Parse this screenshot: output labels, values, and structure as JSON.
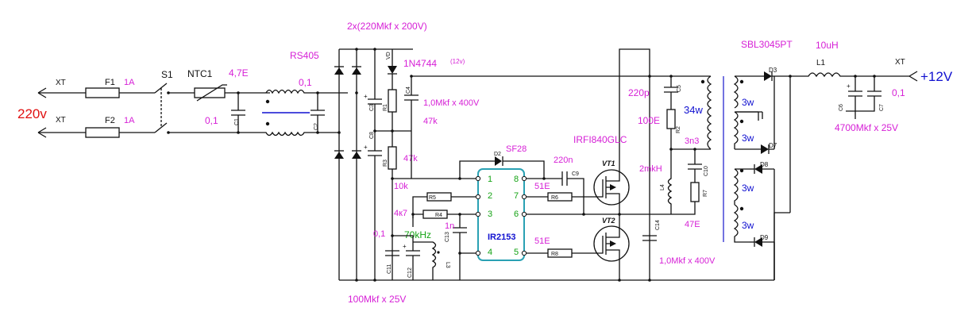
{
  "colors": {
    "value_text": "#d61fd6",
    "ref_text": "#111111",
    "mains_label": "#e01010",
    "output_label": "#1010d0",
    "pin_numbers": "#14a314",
    "ic_border": "#2aa1b3",
    "ic_label": "#1010d0"
  },
  "labels": {
    "mains": "220v",
    "output": "+12V",
    "xt_in_top": "XT",
    "xt_in_bottom": "XT",
    "xt_out": "XT",
    "f1_ref": "F1",
    "f1_val": "1A",
    "f2_ref": "F2",
    "f2_val": "1A",
    "s1": "S1",
    "ntc1": "NTC1",
    "ntc_val": "4,7E",
    "c1_val": "0,1",
    "c1_ref": "C1",
    "c2_val": "0,1",
    "c2_ref": "C2",
    "rs405": "RS405",
    "bulk_caps": "2x(220Mkf x 200V)",
    "diode_ref": "VD",
    "zener": "1N4744",
    "zener_v": "(12v)",
    "c3": "C3",
    "c4": "C4",
    "c4_val": "1,0Mkf x 400V",
    "r1": "R1",
    "r1_val": "47k",
    "c8": "C8",
    "r3": "R3",
    "r3_val": "47k",
    "sf28": "SF28",
    "c9_val": "220n",
    "c9": "C9",
    "ic_name": "IR2153",
    "pin1": "1",
    "pin2": "2",
    "pin3": "3",
    "pin4": "4",
    "pin5": "5",
    "pin6": "6",
    "pin7": "7",
    "pin8": "8",
    "r10k": "10k",
    "r5": "R5",
    "r4": "R4",
    "r4_val": "4к7",
    "c13_val": "1n",
    "c13": "C13",
    "freq": "70kHz",
    "c11_val": "0,1",
    "c11": "C11",
    "c12": "C12",
    "c12_val": "100Mkf x 25V",
    "l3": "L3",
    "r6": "R6",
    "r6_val": "51E",
    "r8": "R8",
    "r8_val": "51E",
    "vt1": "VT1",
    "vt2": "VT2",
    "mosfet": "IRFI840GLC",
    "c14": "C14",
    "c14_val": "1,0Mkf x 400V",
    "l4": "L4",
    "l4_val": "2mkH",
    "c5": "C5",
    "c5_val": "220p",
    "r2": "R2",
    "r2_val": "100E",
    "c10": "C10",
    "c10_val": "3n3",
    "r7": "R7",
    "r7_val": "47E",
    "primary_turns": "34w",
    "sec_turns": [
      "3w",
      "3w",
      "3w",
      "3w"
    ],
    "schottky": "SBL3045PT",
    "d3": "D3",
    "d7": "D7",
    "d8": "D8",
    "d9": "D9",
    "l1": "L1",
    "l1_val": "10uH",
    "c6": "C6",
    "c6_val": "4700Mkf x 25V",
    "c7": "C7",
    "c7_val": "0,1"
  }
}
